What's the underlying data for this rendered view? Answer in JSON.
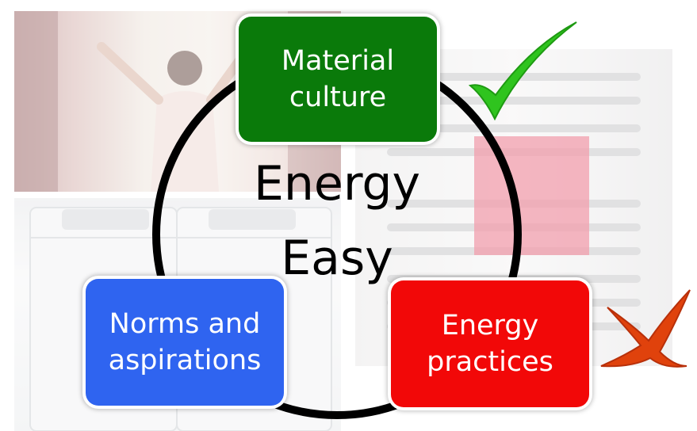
{
  "center_title": {
    "line1": "Energy",
    "line2": "Easy"
  },
  "nodes": [
    {
      "id": "material",
      "lines": [
        "Material",
        "culture"
      ],
      "color": "#0a7a0a"
    },
    {
      "id": "norms",
      "lines": [
        "Norms and",
        "aspirations"
      ],
      "color": "#2f64f0"
    },
    {
      "id": "practices",
      "lines": [
        "Energy",
        "practices"
      ],
      "color": "#f20808"
    }
  ],
  "marks": {
    "check_color": "#2fc41e",
    "cross_color": "#e0420c"
  },
  "cycle_stroke_color": "#000000",
  "background_photos": [
    "curtain-photo",
    "washing-machine-photo",
    "towel-rail-photo"
  ]
}
